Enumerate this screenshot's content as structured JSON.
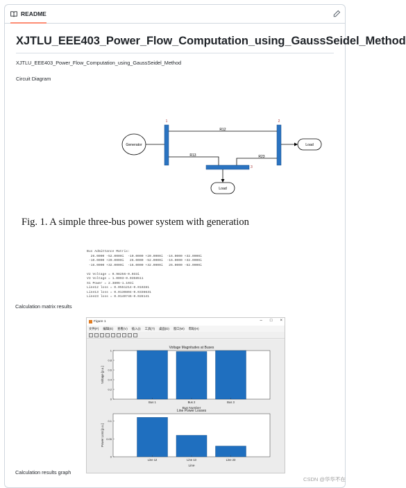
{
  "readme": {
    "tab_label": "README",
    "title": "XJTLU_EEE403_Power_Flow_Computation_using_GaussSeidel_Method",
    "subtitle": "XJTLU_EEE403_Power_Flow_Computation_using_GaussSeidel_Method",
    "circuit_label": "Circuit Diagram",
    "calc_matrix_label": "Calculation matrix results",
    "calc_graph_label": "Calculation results graph"
  },
  "diagram": {
    "bus1": "1",
    "bus2": "2",
    "bus3": "3",
    "r12": "R12",
    "r13": "R13",
    "r23": "R23",
    "generator": "Generator",
    "load2": "Load",
    "load3": "Load",
    "caption": "Fig. 1.  A simple three-bus power system with generation"
  },
  "matrix_output": {
    "lines": [
      "Bus Admittance Matrix:",
      "  26.0000 -52.0000i  -10.0000 +20.0000i  -16.0000 +32.0000i",
      " -10.0000 +20.0000i   26.0000 -52.0000i  -16.0000 +32.0000i",
      " -16.0000 +32.0000i  -16.0000 +32.0000i   26.0000 -62.0000i",
      "",
      "V2 Voltage = 0.98256-0.033i",
      "V3 Voltage = 1.0093-0.0358511",
      "S1 Power = 2.3806-1.103i",
      "Line12 loss = 0.0551214-0.010281",
      "Line13 loss = 0.0130804-0.0336631",
      "Line23 loss = 0.0140746-0.028141"
    ]
  },
  "figure_window": {
    "title": "Figure 1",
    "controls": [
      "–",
      "□",
      "×"
    ],
    "menu": [
      "文件(F)",
      "编辑(E)",
      "查看(V)",
      "插入(I)",
      "工具(T)",
      "桌面(D)",
      "窗口(W)",
      "帮助(H)"
    ]
  },
  "chart_data": [
    {
      "type": "bar",
      "title": "Voltage Magnitudes at Buses",
      "xlabel": "Bus Number",
      "ylabel": "Voltage [p.u.]",
      "categories": [
        "Bus 1",
        "Bus 2",
        "Bus 3"
      ],
      "values": [
        1.0,
        0.98,
        1.0
      ],
      "ylim": [
        0,
        1
      ],
      "yticks": [
        "0",
        "0.2",
        "0.4",
        "0.6",
        "0.8",
        "1"
      ],
      "grid": false,
      "color": "#1f6fbf"
    },
    {
      "type": "bar",
      "title": "Line Power Losses",
      "xlabel": "Line",
      "ylabel": "Power Loss [p.u.]",
      "categories": [
        "Line 12",
        "Line 13",
        "Line 23"
      ],
      "values": [
        0.11,
        0.06,
        0.03
      ],
      "ylim": [
        0,
        0.12
      ],
      "yticks": [
        "0",
        "0.05",
        "0.1"
      ],
      "ytick_values": [
        0,
        0.05,
        0.1
      ],
      "grid": false,
      "color": "#1f6fbf"
    }
  ],
  "watermark": "CSDN @华华不在"
}
